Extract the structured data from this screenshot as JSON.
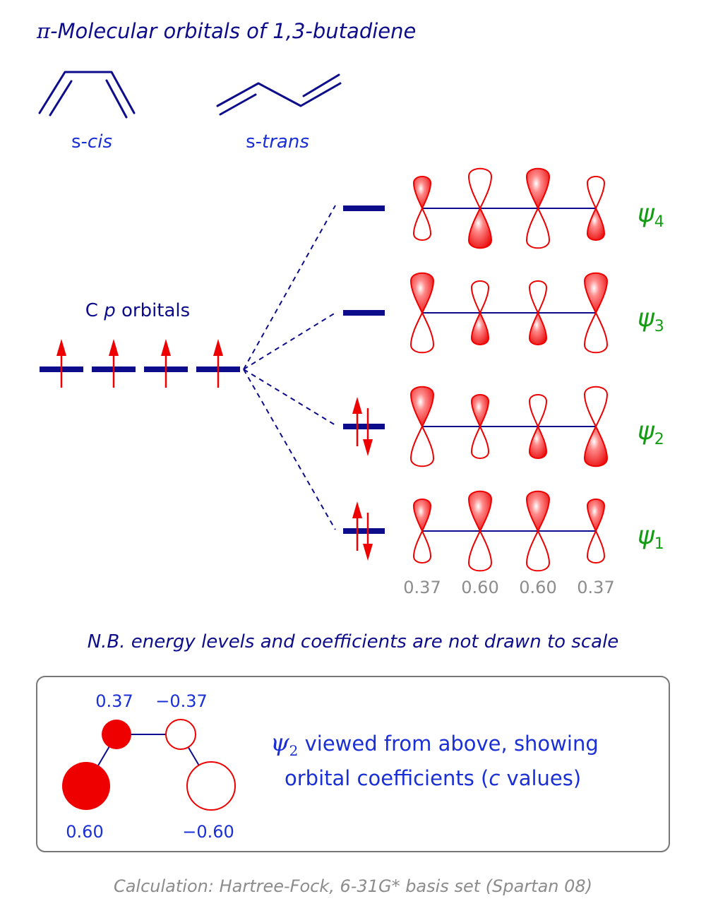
{
  "title": {
    "pi": "π",
    "rest": "-Molecular orbitals of 1,3-butadiene"
  },
  "conformers": {
    "cis_prefix": "s-",
    "cis_italic": "cis",
    "trans_prefix": "s-",
    "trans_italic": "trans"
  },
  "atomic_orbitals": {
    "label_pre": "C ",
    "label_italic": "p",
    "label_post": " orbitals"
  },
  "molecular_orbitals": [
    {
      "name_symbol": "ψ",
      "name_sub": "4",
      "electrons": 0,
      "signs": [
        1,
        -1,
        1,
        -1
      ],
      "coeffs": [
        0.37,
        0.6,
        0.6,
        0.37
      ]
    },
    {
      "name_symbol": "ψ",
      "name_sub": "3",
      "electrons": 0,
      "signs": [
        1,
        -1,
        -1,
        1
      ],
      "coeffs": [
        0.6,
        0.37,
        0.37,
        0.6
      ]
    },
    {
      "name_symbol": "ψ",
      "name_sub": "2",
      "electrons": 2,
      "signs": [
        1,
        1,
        -1,
        -1
      ],
      "coeffs": [
        0.6,
        0.37,
        0.37,
        0.6
      ]
    },
    {
      "name_symbol": "ψ",
      "name_sub": "1",
      "electrons": 2,
      "signs": [
        1,
        1,
        1,
        1
      ],
      "coeffs": [
        0.37,
        0.6,
        0.6,
        0.37
      ]
    }
  ],
  "coefficient_labels": [
    "0.37",
    "0.60",
    "0.60",
    "0.37"
  ],
  "note": "N.B. energy levels and coefficients are not drawn to scale",
  "inset": {
    "labels": [
      "0.37",
      "−0.37",
      "0.60",
      "−0.60"
    ],
    "desc_symbol": "ψ",
    "desc_sub": "2",
    "desc_line1": " viewed from above, showing",
    "desc_line2_pre": "orbital coefficients (",
    "desc_line2_italic": "c",
    "desc_line2_post": " values)"
  },
  "footer": "Calculation: Hartree-Fock, 6-31G* basis set (Spartan 08)",
  "colors": {
    "navy": "#0d0d8c",
    "blue": "#1a2fd6",
    "red": "#ee0000",
    "green": "#159c15",
    "grey": "#8c8c8c"
  }
}
